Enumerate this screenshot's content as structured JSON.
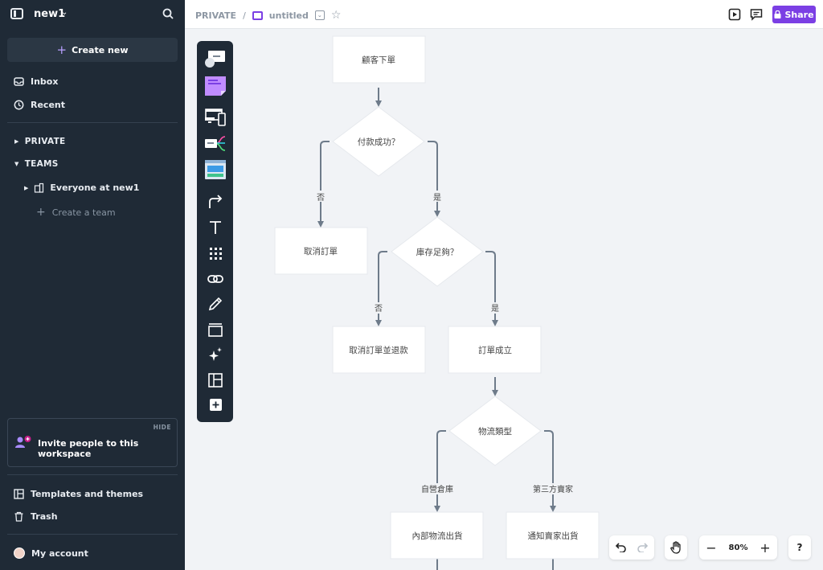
{
  "sidebar": {
    "workspace_name": "new1",
    "create_new": "Create new",
    "nav": [
      {
        "label": "Inbox",
        "icon": "inbox-icon"
      },
      {
        "label": "Recent",
        "icon": "clock-icon"
      }
    ],
    "sections": {
      "private": "PRIVATE",
      "teams": "TEAMS"
    },
    "team_item": "Everyone at new1",
    "create_team": "Create a team",
    "invite": {
      "hide": "HIDE",
      "text": "Invite people to this workspace"
    },
    "templates": "Templates and themes",
    "trash": "Trash",
    "account": "My account"
  },
  "header": {
    "breadcrumb_space": "PRIVATE",
    "separator": "/",
    "doc_title": "untitled",
    "share_label": "Share"
  },
  "flowchart": {
    "nodes": {
      "n1": "顧客下單",
      "d1": "付款成功？",
      "n2": "取消訂單",
      "d2": "庫存足夠？",
      "n3": "取消訂單並退款",
      "n4": "訂單成立",
      "d3": "物流類型",
      "n5": "內部物流出貨",
      "n6": "通知賣家出貨"
    },
    "edge_labels": {
      "d1_no": "否",
      "d1_yes": "是",
      "d2_no": "否",
      "d2_yes": "是",
      "d3_left": "自營倉庫",
      "d3_right": "第三方賣家"
    }
  },
  "controls": {
    "zoom": "80%",
    "help": "?"
  },
  "colors": {
    "sidebar_bg": "#1f2a36",
    "accent": "#7b3fe4",
    "canvas_bg": "#f1f3f6",
    "connector": "#6e7b8a"
  }
}
